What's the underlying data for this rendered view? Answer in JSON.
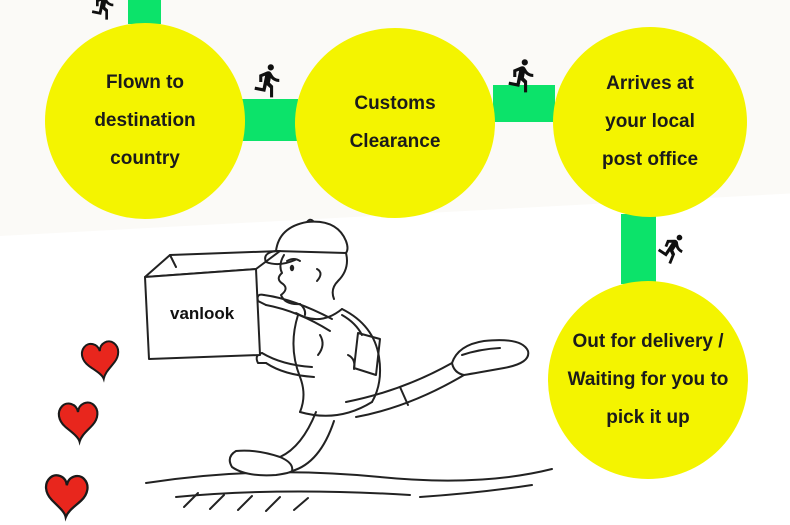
{
  "diagram": {
    "steps": [
      {
        "lines": [
          "Flown to",
          "destination",
          "country"
        ]
      },
      {
        "lines": [
          "Customs",
          "Clearance"
        ]
      },
      {
        "lines": [
          "Arrives at",
          "your local",
          "post office"
        ]
      },
      {
        "lines": [
          "Out for delivery /",
          "Waiting for you to",
          "pick it up"
        ]
      }
    ]
  },
  "sketch": {
    "box_label": "vanlook"
  },
  "icons": {
    "runner": "runner-icon",
    "heart": "heart-icon"
  },
  "colors": {
    "step_yellow": "#f4f400",
    "connector_green": "#0ce36a",
    "heart_red": "#e8261d",
    "text_ink": "#1b1b1b"
  }
}
